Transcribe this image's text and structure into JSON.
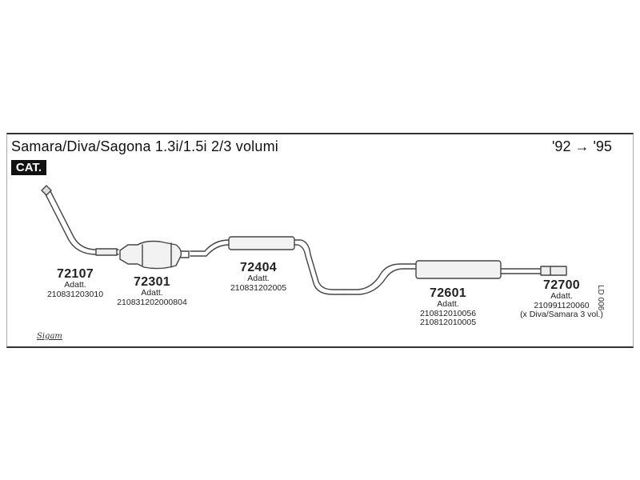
{
  "header": {
    "title": "Samara/Diva/Sagona 1.3i/1.5i 2/3 volumi",
    "years": "'92 → '95",
    "badge": "CAT."
  },
  "parts": [
    {
      "number": "72107",
      "label": "Adatt.",
      "codes": [
        "210831203010"
      ]
    },
    {
      "number": "72301",
      "label": "Adatt.",
      "codes": [
        "210831202000804"
      ]
    },
    {
      "number": "72404",
      "label": "Adatt.",
      "codes": [
        "210831202005"
      ]
    },
    {
      "number": "72601",
      "label": "Adatt.",
      "codes": [
        "210812010056",
        "210812010005"
      ]
    },
    {
      "number": "72700",
      "label": "Adatt.",
      "codes": [
        "210991120060",
        "(x Diva/Samara 3 vol.)"
      ]
    }
  ],
  "footer": {
    "logo": "Sigam",
    "sheet_code": "LD 006"
  }
}
